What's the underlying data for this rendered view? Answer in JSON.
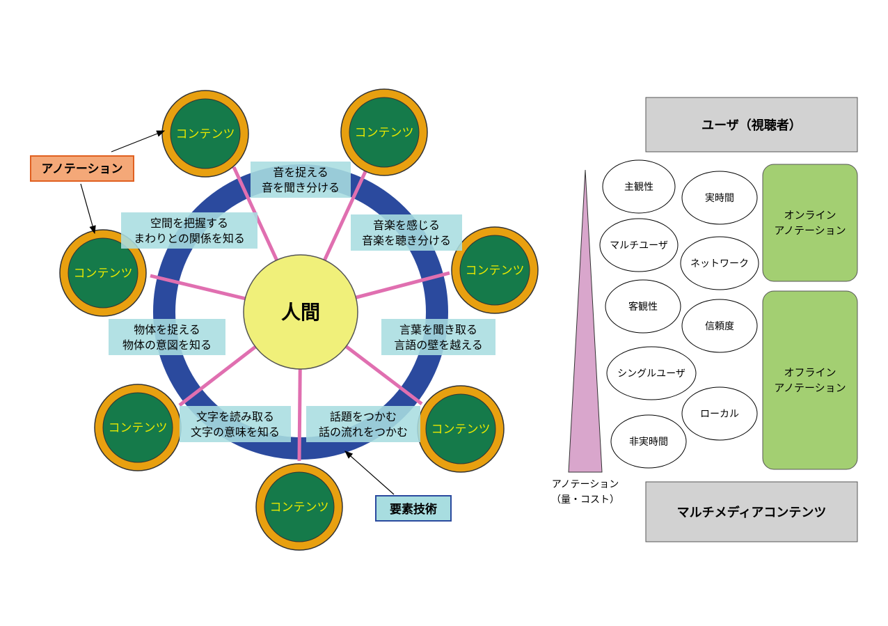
{
  "left_diagram": {
    "center_label": "人間",
    "content_label": "コンテンツ",
    "techniques": [
      {
        "line1": "音を捉える",
        "line2": "音を聞き分ける"
      },
      {
        "line1": "音楽を感じる",
        "line2": "音楽を聴き分ける"
      },
      {
        "line1": "言葉を聞き取る",
        "line2": "言語の壁を越える"
      },
      {
        "line1": "話題をつかむ",
        "line2": "話の流れをつかむ"
      },
      {
        "line1": "文字を読み取る",
        "line2": "文字の意味を知る"
      },
      {
        "line1": "物体を捉える",
        "line2": "物体の意図を知る"
      },
      {
        "line1": "空間を把握する",
        "line2": "まわりとの関係を知る"
      }
    ],
    "annotation_callout": "アノテーション",
    "element_tech_callout": "要素技術"
  },
  "right_diagram": {
    "top_box": "ユーザ（視聴者）",
    "bottom_box": "マルチメディアコンテンツ",
    "online_box": {
      "line1": "オンライン",
      "line2": "アノテーション"
    },
    "offline_box": {
      "line1": "オフライン",
      "line2": "アノテーション"
    },
    "attributes": {
      "subjective": "主観性",
      "realtime": "実時間",
      "multiuser": "マルチユーザ",
      "network": "ネットワーク",
      "objective": "客観性",
      "reliability": "信頼度",
      "singleuser": "シングルユーザ",
      "local": "ローカル",
      "nonrealtime": "非実時間"
    },
    "axis_label_line1": "アノテーション",
    "axis_label_line2": "（量・コスト）"
  },
  "colors": {
    "ring_blue": "#2b4a9e",
    "spoke_pink": "#e06fb0",
    "content_green": "#157a4a",
    "content_orange": "#e8a010",
    "center_yellow": "#f0f07a",
    "tech_box": "#a8dde0",
    "gray_box": "#d2d2d2",
    "green_box": "#a3cf72",
    "triangle": "#d9a6cc",
    "annotation_callout": "#f4a878",
    "element_callout": "#a8dde0"
  }
}
